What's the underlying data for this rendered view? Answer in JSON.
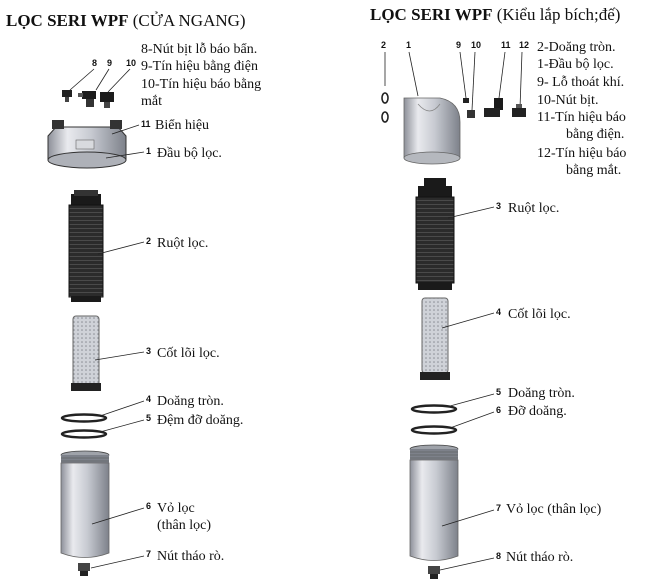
{
  "left": {
    "title_bold": "LỌC SERI WPF",
    "title_rest": " (CỬA NGANG)",
    "legend": [
      "8-Nút bịt lỗ báo bẩn.",
      "9-Tín hiệu bằng điện",
      "10-Tín hiệu báo bằng",
      "mắt"
    ],
    "callouts": [
      {
        "n": "8",
        "label": ""
      },
      {
        "n": "9",
        "label": ""
      },
      {
        "n": "10",
        "label": ""
      },
      {
        "n": "11",
        "label": "Biển hiệu"
      },
      {
        "n": "1",
        "label": "Đầu bộ lọc."
      },
      {
        "n": "2",
        "label": "Ruột lọc."
      },
      {
        "n": "3",
        "label": "Cốt lõi lọc."
      },
      {
        "n": "4",
        "label": "Doăng tròn."
      },
      {
        "n": "5",
        "label": "Đệm đỡ doăng."
      },
      {
        "n": "6",
        "label": "Vỏ lọc"
      },
      {
        "n": "",
        "label": "(thân lọc)"
      },
      {
        "n": "7",
        "label": "Nút tháo rò."
      }
    ]
  },
  "right": {
    "title_bold": "LỌC SERI WPF",
    "title_rest": " (Kiểu lắp bích;đế)",
    "legend": [
      "2-Doăng tròn.",
      "1-Đầu bộ lọc.",
      "9- Lỗ thoát khí.",
      "10-Nút bịt.",
      "11-Tín hiệu báo",
      "bằng điện.",
      "12-Tín hiệu báo",
      "bằng mắt."
    ],
    "top_numbers": [
      "2",
      "1",
      "9",
      "10",
      "11",
      "12"
    ],
    "callouts": [
      {
        "n": "3",
        "label": "Ruột lọc."
      },
      {
        "n": "4",
        "label": "Cốt lõi lọc."
      },
      {
        "n": "5",
        "label": "Doăng tròn."
      },
      {
        "n": "6",
        "label": "Đỡ doăng."
      },
      {
        "n": "7",
        "label": "Vỏ lọc (thân lọc)"
      },
      {
        "n": "8",
        "label": "Nút tháo rò."
      }
    ]
  }
}
